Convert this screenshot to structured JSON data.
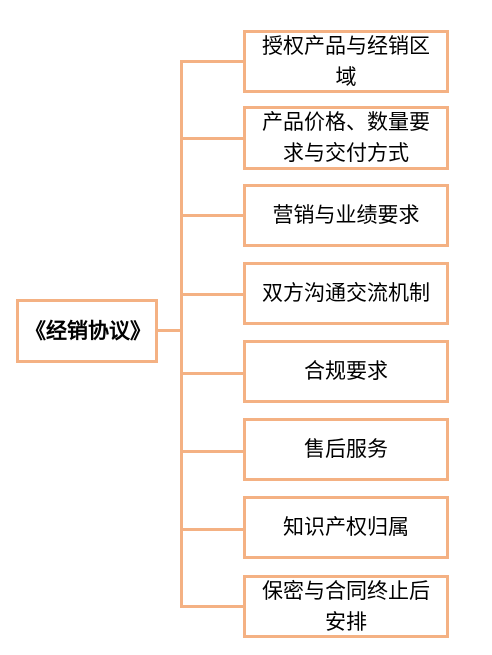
{
  "diagram": {
    "root": "《经销协议》",
    "children": [
      "授权产品与经销区域",
      "产品价格、数量要求与交付方式",
      "营销与业绩要求",
      "双方沟通交流机制",
      "合规要求",
      "售后服务",
      "知识产权归属",
      "保密与合同终止后安排"
    ]
  },
  "colors": {
    "border": "#f4b183",
    "text": "#000000",
    "background": "#ffffff"
  }
}
